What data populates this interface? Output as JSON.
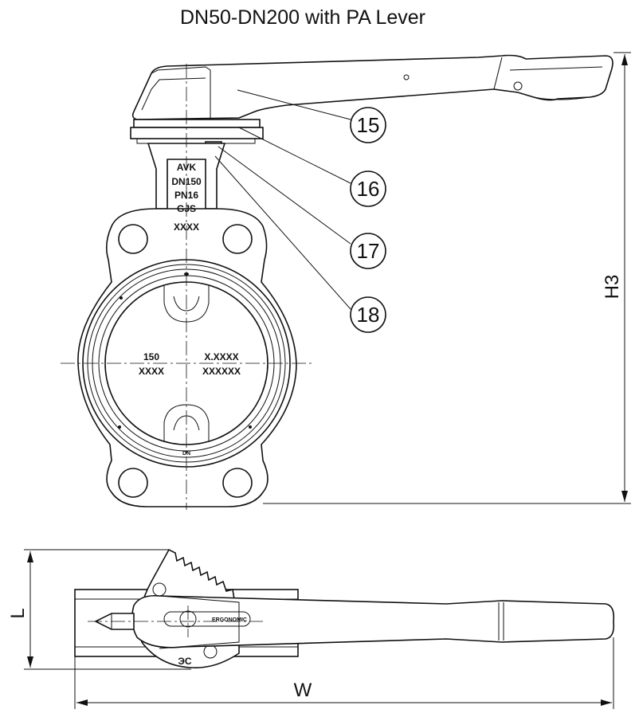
{
  "title": "DN50-DN200 with PA Lever",
  "callouts": [
    "15",
    "16",
    "17",
    "18"
  ],
  "dimensions": {
    "height": "H3",
    "length": "L",
    "width": "W"
  },
  "body_markings": {
    "logo": "AVK",
    "lines": [
      "DN150",
      "PN16",
      "GJS",
      "XXXX"
    ]
  },
  "disc_markings": {
    "left": [
      "150",
      "XXXX"
    ],
    "right": [
      "X.XXXX",
      "XXXXXX"
    ]
  },
  "handle_marking": "ERGONOMIC"
}
